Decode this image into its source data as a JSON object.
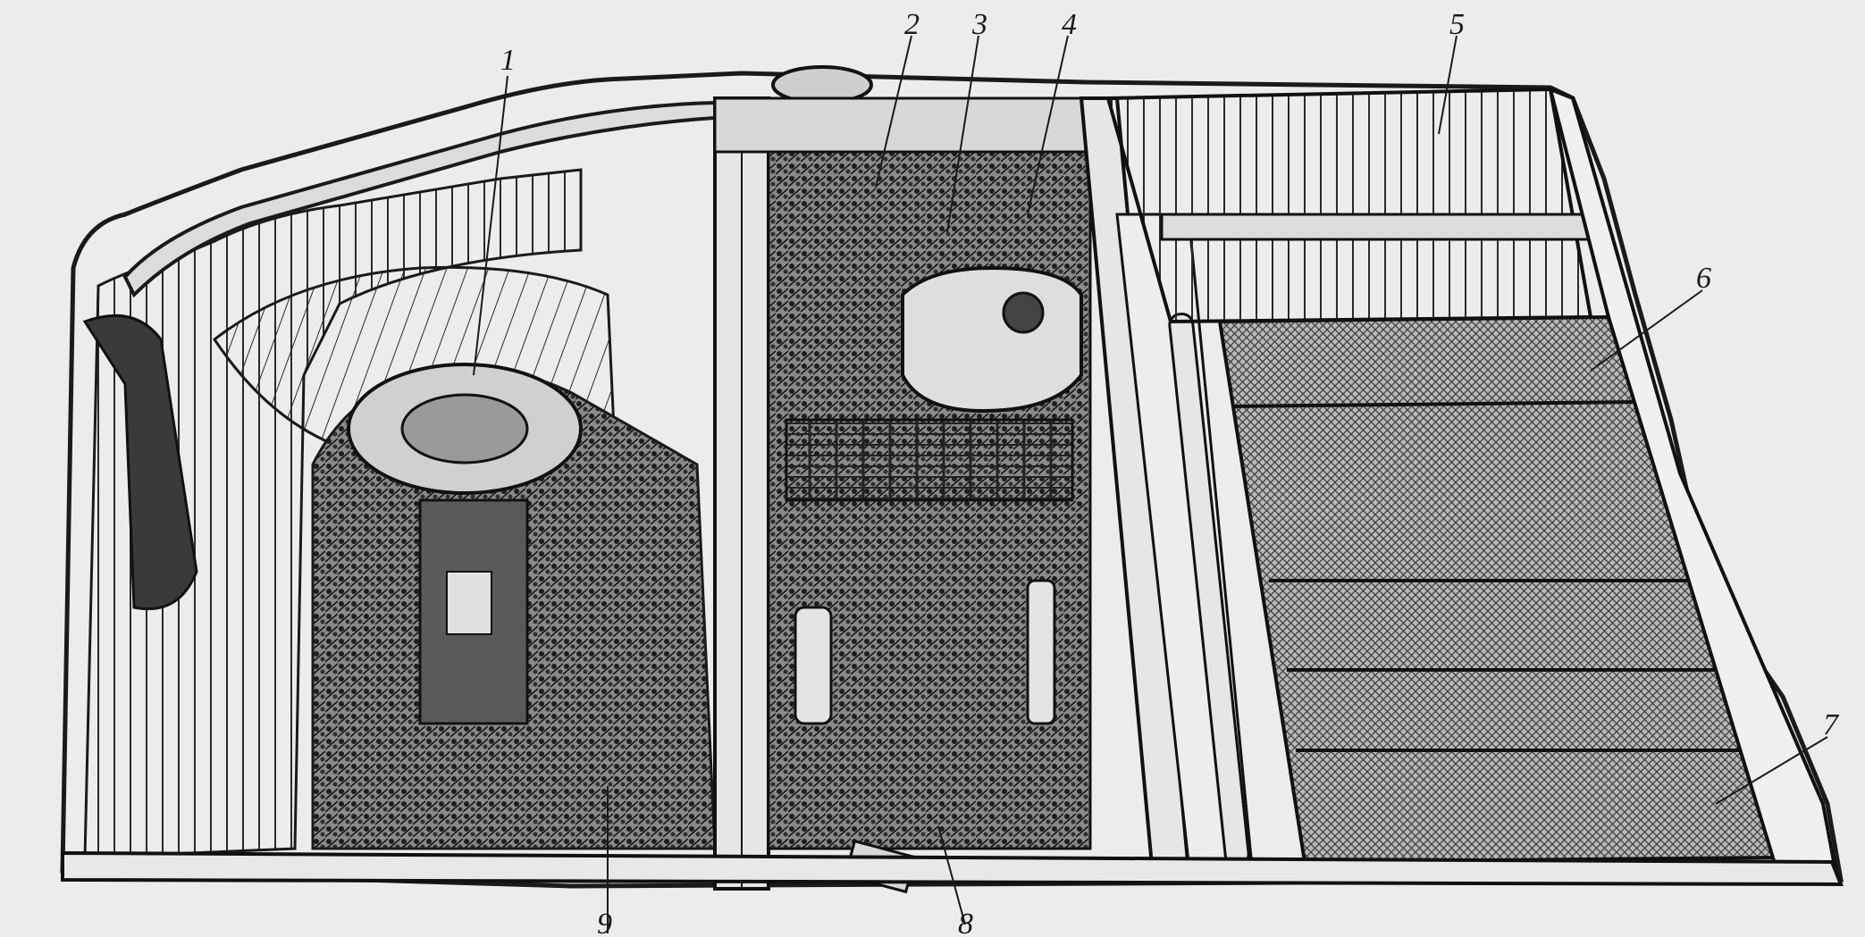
{
  "figure": {
    "callouts": [
      {
        "key": "c1",
        "label": "1"
      },
      {
        "key": "c2",
        "label": "2"
      },
      {
        "key": "c3",
        "label": "3"
      },
      {
        "key": "c4",
        "label": "4"
      },
      {
        "key": "c5",
        "label": "5"
      },
      {
        "key": "c6",
        "label": "6"
      },
      {
        "key": "c7",
        "label": "7"
      },
      {
        "key": "c8",
        "label": "8"
      },
      {
        "key": "c9",
        "label": "9"
      }
    ]
  }
}
